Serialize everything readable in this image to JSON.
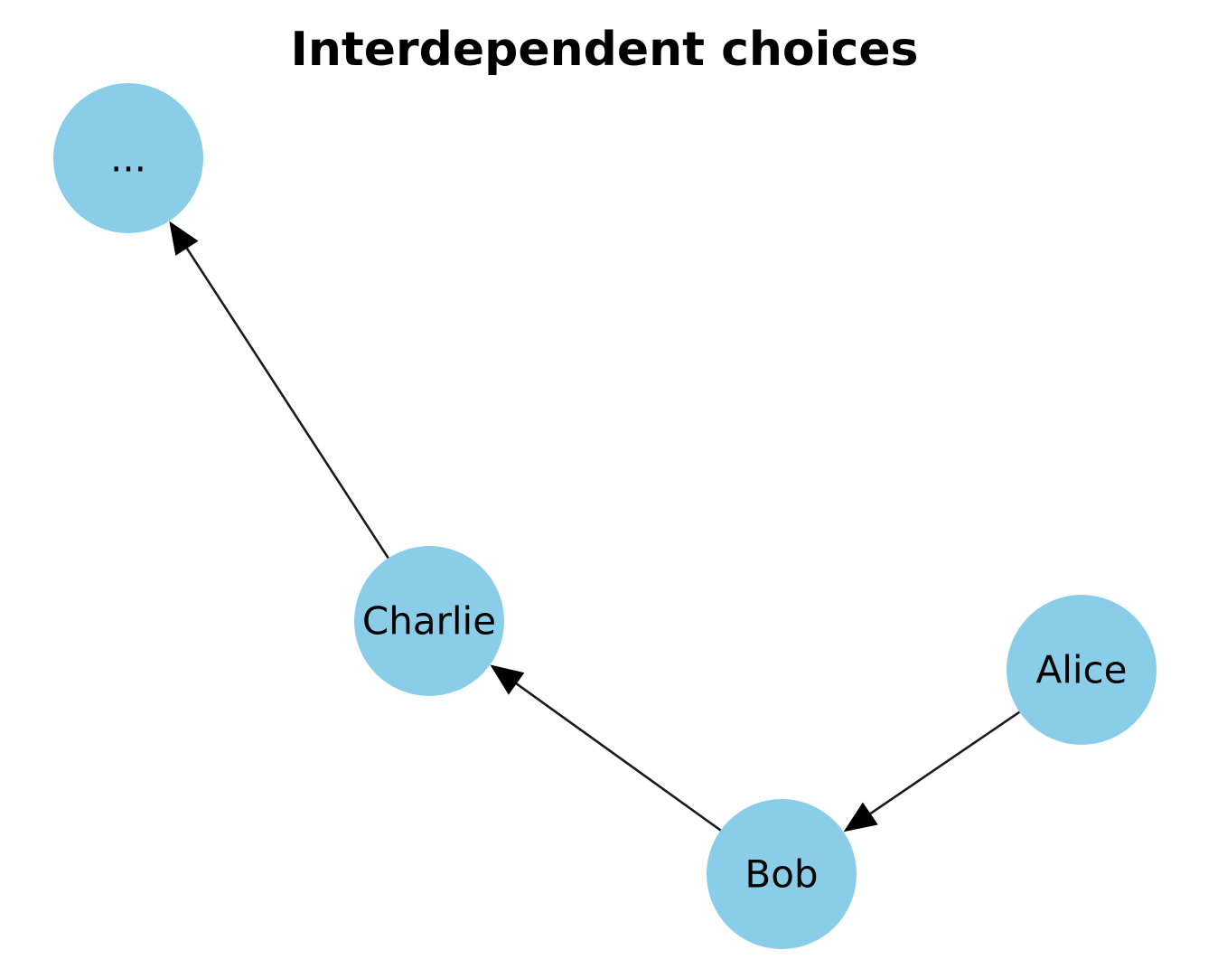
{
  "title": "Interdependent choices",
  "colors": {
    "node_fill": "#89cde9",
    "edge": "#1a1a1a",
    "label": "#000000"
  },
  "nodes": [
    {
      "id": "dots",
      "label": "..."
    },
    {
      "id": "charlie",
      "label": "Charlie"
    },
    {
      "id": "alice",
      "label": "Alice"
    },
    {
      "id": "bob",
      "label": "Bob"
    }
  ],
  "edges": [
    {
      "from": "charlie",
      "to": "dots"
    },
    {
      "from": "bob",
      "to": "charlie"
    },
    {
      "from": "alice",
      "to": "bob"
    }
  ]
}
